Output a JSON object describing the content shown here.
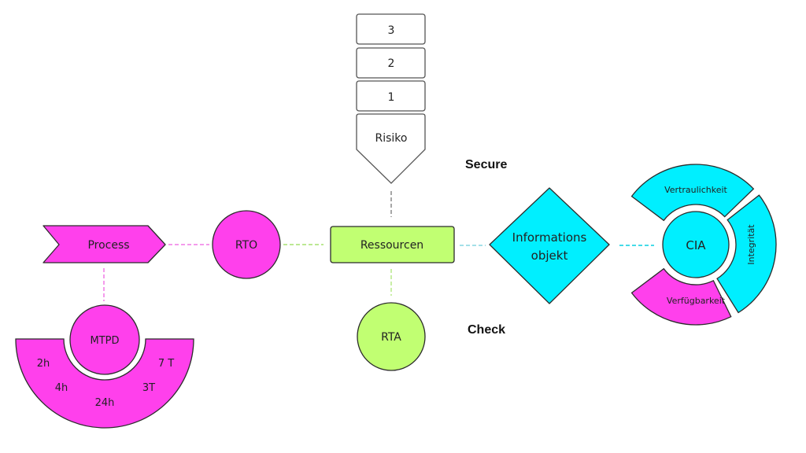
{
  "colors": {
    "magenta": "#ff40ec",
    "lime": "#c1ff72",
    "cyan": "#00efff",
    "outline": "#2b2b2b",
    "gray_line": "#8a8a8a"
  },
  "risk_stack": {
    "levels": [
      "3",
      "2",
      "1"
    ],
    "label": "Risiko"
  },
  "process": {
    "label": "Process"
  },
  "rto": {
    "label": "RTO"
  },
  "ressourcen": {
    "label": "Ressourcen"
  },
  "rta": {
    "label": "RTA"
  },
  "secure_label": "Secure",
  "check_label": "Check",
  "informationsobjekt": {
    "line1": "Informations",
    "line2": "objekt"
  },
  "cia": {
    "center": "CIA",
    "segments": {
      "confidentiality": "Vertraulichkeit",
      "integrity": "Integrität",
      "availability": "Verfügbarkeit"
    }
  },
  "mtpd": {
    "center": "MTPD",
    "values": [
      "2h",
      "4h",
      "24h",
      "3T",
      "7 T"
    ]
  }
}
